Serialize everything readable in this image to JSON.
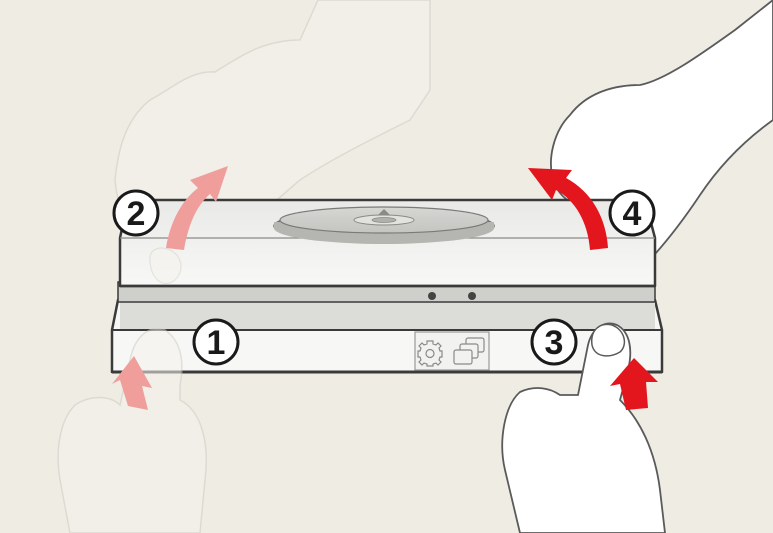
{
  "steps": [
    {
      "number": "1",
      "action": "push-up"
    },
    {
      "number": "2",
      "action": "lift-arc"
    },
    {
      "number": "3",
      "action": "push-up"
    },
    {
      "number": "4",
      "action": "lift-arc"
    }
  ],
  "icons": [
    "gear-icon",
    "windows-icon"
  ],
  "colors": {
    "background": "#efece4",
    "arrow_active": "#e3151d",
    "arrow_faded": "#ef9e9b",
    "outline": "#3a3a3a",
    "device_body": "#f7f7f5",
    "device_shadow": "#d7d7d4",
    "hand_ghost": "#f4f2ec"
  }
}
